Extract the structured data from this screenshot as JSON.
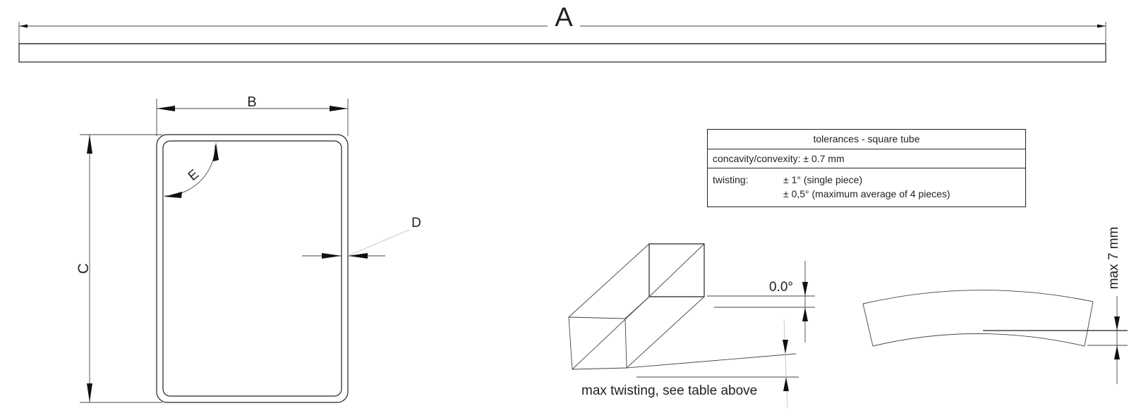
{
  "labels": {
    "length": "A",
    "width": "B",
    "height": "C",
    "wall_thickness": "D",
    "corner_radius": "E"
  },
  "tolerance_table": {
    "title": "tolerances - square tube",
    "concavity": "concavity/convexity:  ± 0.7 mm",
    "twisting_key": "twisting:",
    "twisting_values": [
      "± 1° (single piece)",
      "± 0,5° (maximum average of 4 pieces)"
    ]
  },
  "twist_view": {
    "angle_label": "0.0°",
    "note": "max twisting, see table above"
  },
  "bow_view": {
    "max_label": "max 7 mm"
  }
}
